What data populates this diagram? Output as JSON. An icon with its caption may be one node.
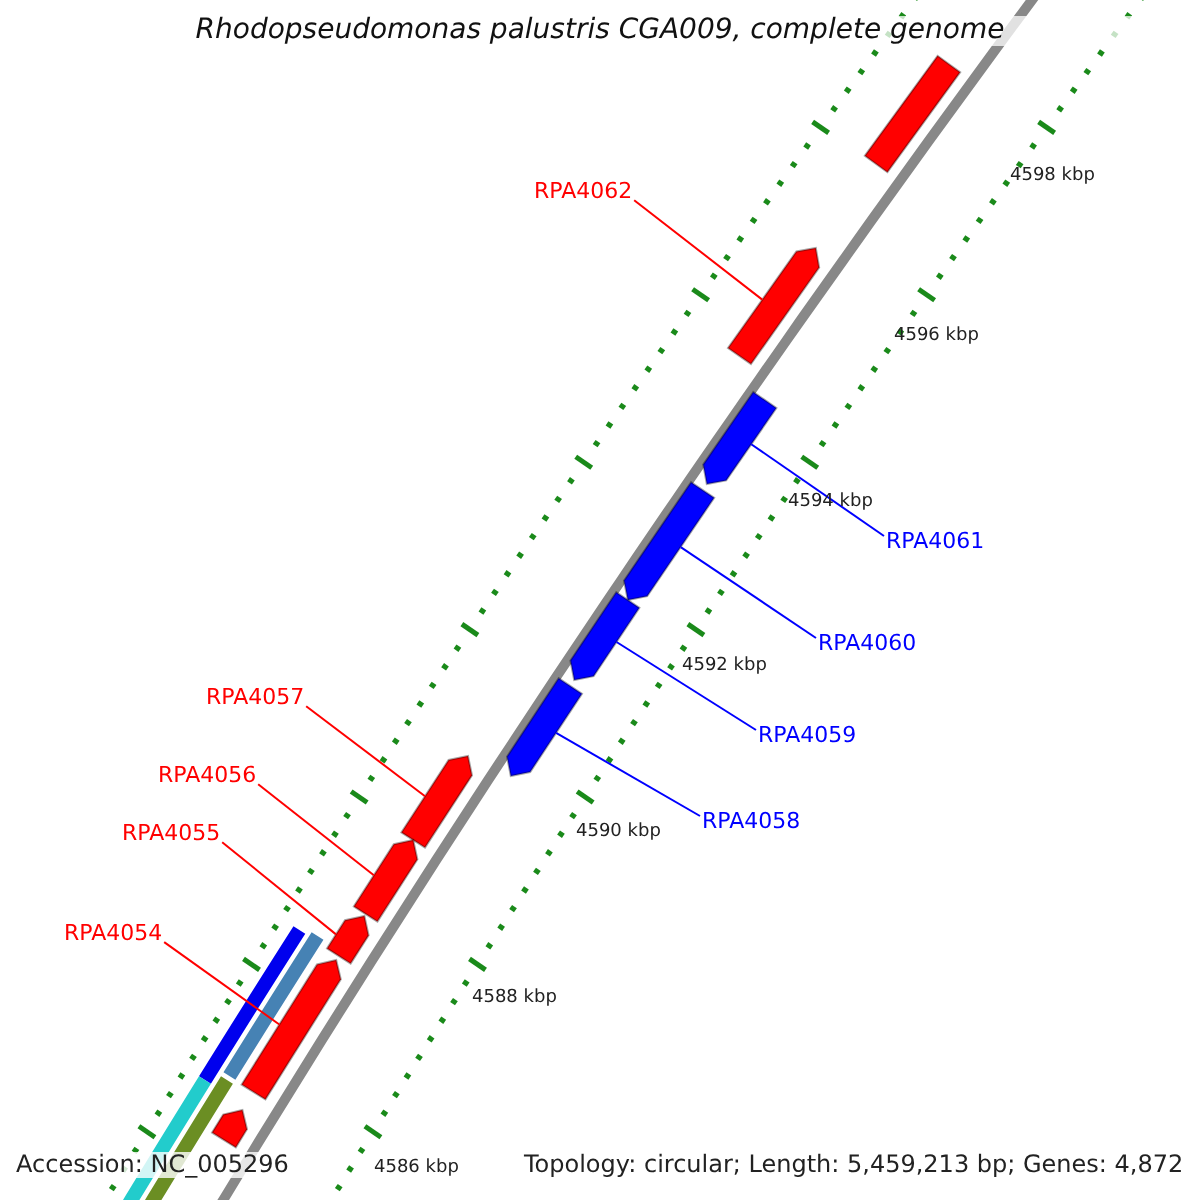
{
  "diagram": {
    "title": "Rhodopseudomonas palustris CGA009, complete genome",
    "nodes": [
      {
        "text": [
          "RPA4062"
        ]
      },
      {
        "text": [
          "RPA4061"
        ]
      },
      {
        "text": [
          "RPA4060"
        ]
      },
      {
        "text": [
          "RPA4059"
        ]
      },
      {
        "text": [
          "RPA4058"
        ]
      },
      {
        "text": [
          "RPA4057"
        ]
      },
      {
        "text": [
          "RPA4056"
        ]
      },
      {
        "text": [
          "RPA4055"
        ]
      },
      {
        "text": [
          "RPA4054"
        ]
      },
      {
        "text": [],
        "shape": "bar"
      },
      {
        "text": [],
        "shape": "bar"
      },
      {
        "text": [],
        "shape": "bar"
      },
      {
        "text": [],
        "shape": "bar"
      },
      {
        "text": [],
        "shape": "bar"
      },
      {
        "text": [],
        "shape": "bar"
      },
      {
        "text": [],
        "shape": "bar"
      },
      {
        "text": [],
        "shape": "bar"
      },
      {
        "text": [],
        "shape": "bar"
      },
      {
        "text": [],
        "shape": "bar"
      },
      {
        "text": [],
        "shape": "bar"
      }
    ],
    "edges": [
      {
        "from": 0,
        "to": 10,
        "arrow": "none"
      },
      {
        "from": 1,
        "to": 11,
        "arrow": "none",
        "color": "#0000ff"
      },
      {
        "from": 2,
        "to": 12,
        "arrow": "none",
        "color": "#0000ff"
      },
      {
        "from": 3,
        "to": 13,
        "arrow": "none",
        "color": "#0000ff"
      },
      {
        "from": 4,
        "to": 14,
        "arrow": "none",
        "color": "#0000ff"
      },
      {
        "from": 5,
        "to": 15,
        "arrow": "none"
      },
      {
        "from": 6,
        "to": 16,
        "arrow": "none"
      },
      {
        "from": 7,
        "to": 17,
        "arrow": "none"
      },
      {
        "from": 8,
        "to": 18,
        "arrow": "none"
      }
    ],
    "labels": [
      "4598 kbp",
      "4596 kbp",
      "4594 kbp",
      "4592 kbp",
      "4590 kbp",
      "4588 kbp",
      "4586 kbp",
      "Accession: NC_005296",
      "Topology: circular; Length: 5,459,213 bp; Genes: 4,872"
    ]
  }
}
